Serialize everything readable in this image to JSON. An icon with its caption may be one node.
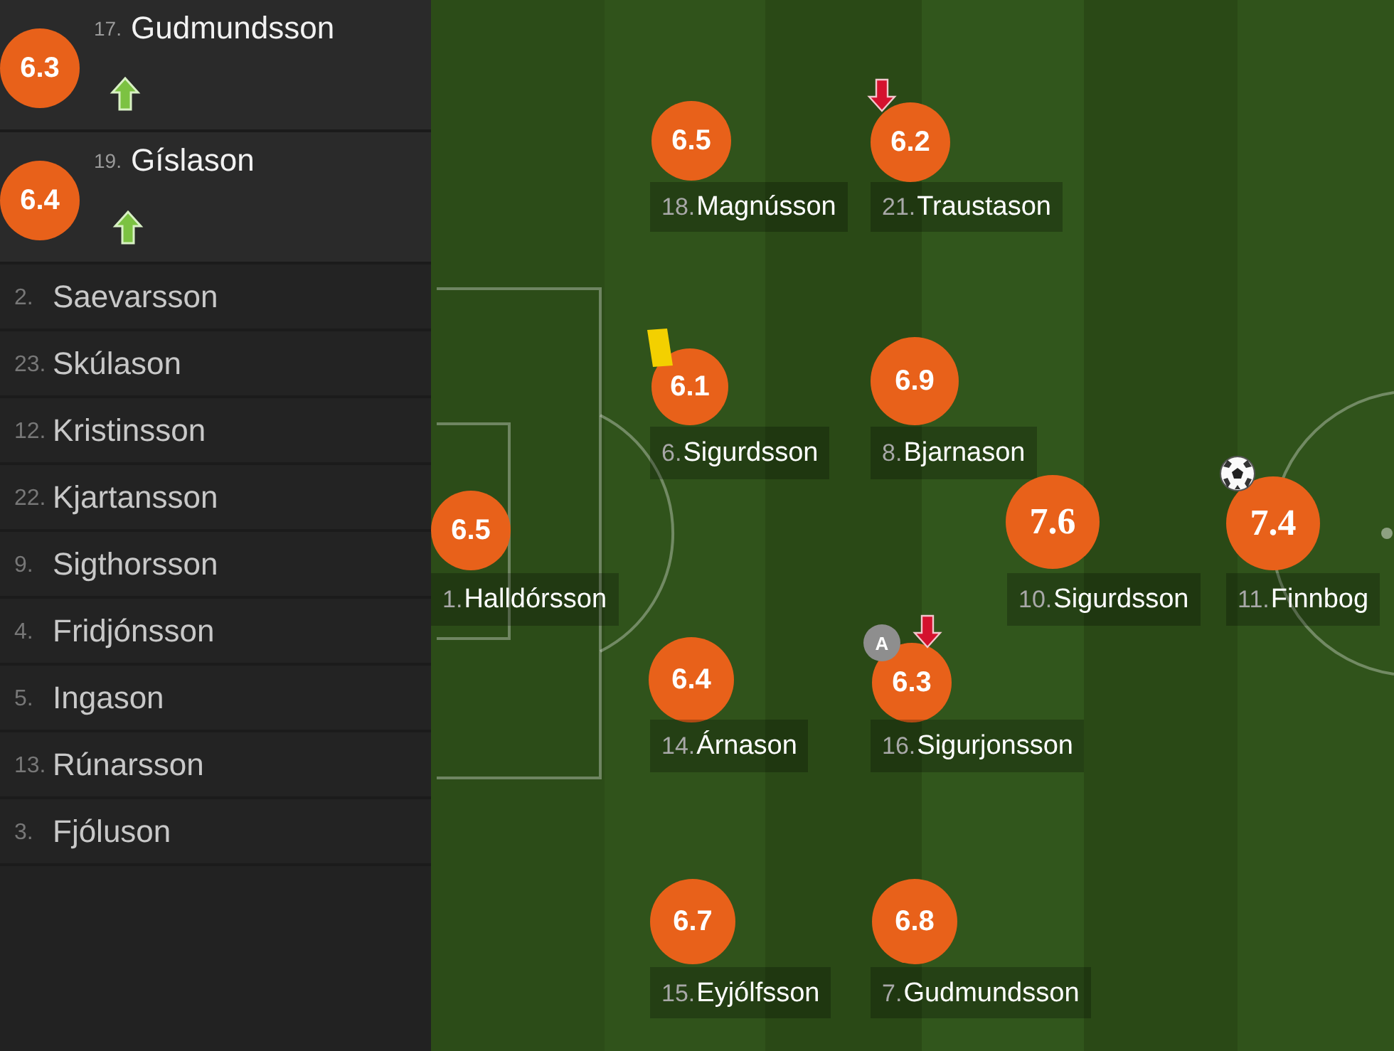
{
  "diagram": {
    "nodes": [
      {
        "text": [
          "17.",
          "Gudmundsson"
        ]
      },
      {
        "text": [
          "6.3"
        ],
        "in": 0
      },
      {
        "text": [
          "19.",
          "Gíslason"
        ]
      },
      {
        "text": [
          "6.4"
        ],
        "in": 2
      },
      {
        "text": [
          "2.",
          "Saevarsson"
        ]
      },
      {
        "text": [
          "23.",
          "Skúlason"
        ]
      },
      {
        "text": [
          "12.",
          "Kristinsson"
        ]
      },
      {
        "text": [
          "22.",
          "Kjartansson"
        ]
      },
      {
        "text": [
          "9.",
          "Sigthorsson"
        ]
      },
      {
        "text": [
          "4.",
          "Fridjónsson"
        ]
      },
      {
        "text": [
          "5.",
          "Ingason"
        ]
      },
      {
        "text": [
          "13.",
          "Rúnarsson"
        ]
      },
      {
        "text": [
          "3.",
          "Fjóluson"
        ]
      },
      {
        "text": [
          "6.5"
        ]
      },
      {
        "text": [
          "6.2"
        ]
      },
      {
        "text": [
          "18.",
          "Magnússon"
        ]
      },
      {
        "text": [
          "21.",
          "Traustason"
        ]
      },
      {
        "text": [
          "6.1"
        ]
      },
      {
        "text": [
          "6.9"
        ]
      },
      {
        "text": [
          "6.",
          "Sigurdsson"
        ]
      },
      {
        "text": [
          "8.",
          "Bjarnason"
        ]
      },
      {
        "text": [
          "6.5"
        ]
      },
      {
        "text": [
          "7.6"
        ]
      },
      {
        "text": [
          "7.4"
        ]
      },
      {
        "text": [
          "1.",
          "Halldórsson"
        ]
      },
      {
        "text": [
          "10.",
          "Sigurdsson"
        ]
      },
      {
        "text": [
          "11.",
          "Finnbog"
        ]
      },
      {
        "text": [
          "A"
        ]
      },
      {
        "text": [
          "6.4"
        ]
      },
      {
        "text": [
          "6.3"
        ]
      },
      {
        "text": [
          "14.",
          "Árnason"
        ]
      },
      {
        "text": [
          "16.",
          "Sigurjonsson"
        ]
      },
      {
        "text": [
          "6.7"
        ]
      },
      {
        "text": [
          "6.8"
        ]
      },
      {
        "text": [
          "15.",
          "Eyjólfsson"
        ]
      },
      {
        "text": [
          "7.",
          "Gudmundsson"
        ]
      }
    ]
  }
}
